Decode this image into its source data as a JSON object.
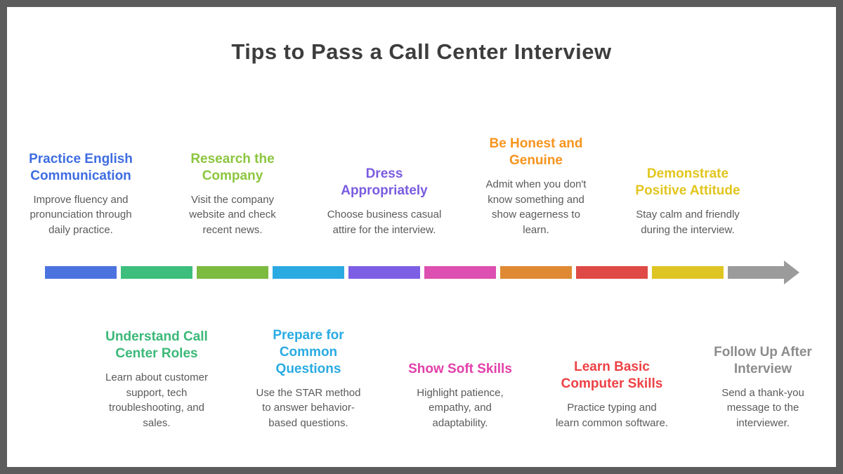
{
  "page": {
    "title": "Tips to Pass a Call Center Interview",
    "background": "#ffffff",
    "frame_color": "#5c5c5c",
    "title_color": "#3d3d3d",
    "body_text_color": "#5a5a5a"
  },
  "top_tips": [
    {
      "title": "Practice English Communication",
      "description": "Improve fluency and pronunciation through daily practice.",
      "color": "#3e6de2"
    },
    {
      "title": "Research the Company",
      "description": "Visit the company website and check recent news.",
      "color": "#8cc63f"
    },
    {
      "title": "Dress Appropriately",
      "description": "Choose business casual attire for the interview.",
      "color": "#7a5ce0"
    },
    {
      "title": "Be Honest and Genuine",
      "description": "Admit when you don't know something and show eagerness to learn.",
      "color": "#f7941e"
    },
    {
      "title": "Demonstrate Positive Attitude",
      "description": "Stay calm and friendly during the interview.",
      "color": "#e2c51f"
    }
  ],
  "bottom_tips": [
    {
      "title": "Understand Call Center Roles",
      "description": "Learn about customer support, tech troubleshooting, and sales.",
      "color": "#3bb878"
    },
    {
      "title": "Prepare for Common Questions",
      "description": "Use the STAR method to answer behavior-based questions.",
      "color": "#29abe2"
    },
    {
      "title": "Show Soft Skills",
      "description": "Highlight patience, empathy, and adaptability.",
      "color": "#e23fa9"
    },
    {
      "title": "Learn Basic Computer Skills",
      "description": "Practice typing and learn common software.",
      "color": "#ed4145"
    },
    {
      "title": "Follow Up After Interview",
      "description": "Send a thank-you message to the interviewer.",
      "color": "#8c8c8c"
    }
  ],
  "timeline": {
    "segment_colors": [
      "#4a73e0",
      "#3dbe7c",
      "#7cba40",
      "#2baae2",
      "#7c5fe4",
      "#dd4fb0",
      "#df8a33",
      "#df4a47",
      "#dfc523"
    ],
    "arrow_color": "#9b9b9b"
  }
}
